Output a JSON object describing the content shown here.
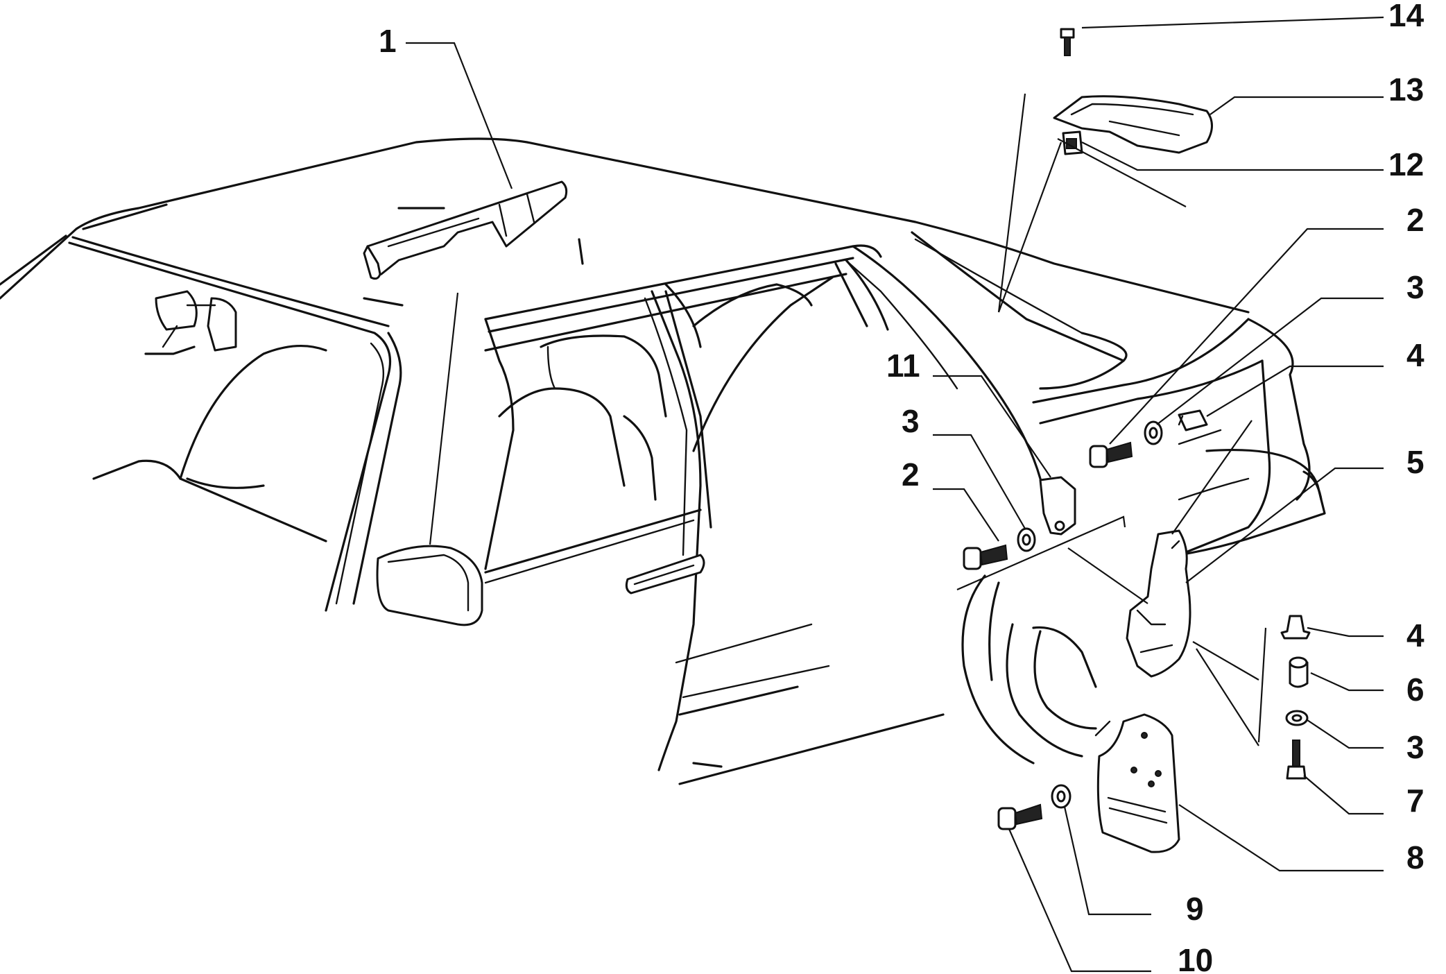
{
  "diagram": {
    "callouts": [
      {
        "id": "c1",
        "label": "1"
      },
      {
        "id": "c14",
        "label": "14"
      },
      {
        "id": "c13",
        "label": "13"
      },
      {
        "id": "c12",
        "label": "12"
      },
      {
        "id": "c2a",
        "label": "2"
      },
      {
        "id": "c3a",
        "label": "3"
      },
      {
        "id": "c4a",
        "label": "4"
      },
      {
        "id": "c5",
        "label": "5"
      },
      {
        "id": "c11",
        "label": "11"
      },
      {
        "id": "c3b",
        "label": "3"
      },
      {
        "id": "c2b",
        "label": "2"
      },
      {
        "id": "c4b",
        "label": "4"
      },
      {
        "id": "c6",
        "label": "6"
      },
      {
        "id": "c3c",
        "label": "3"
      },
      {
        "id": "c7",
        "label": "7"
      },
      {
        "id": "c8",
        "label": "8"
      },
      {
        "id": "c9",
        "label": "9"
      },
      {
        "id": "c10",
        "label": "10"
      }
    ]
  }
}
